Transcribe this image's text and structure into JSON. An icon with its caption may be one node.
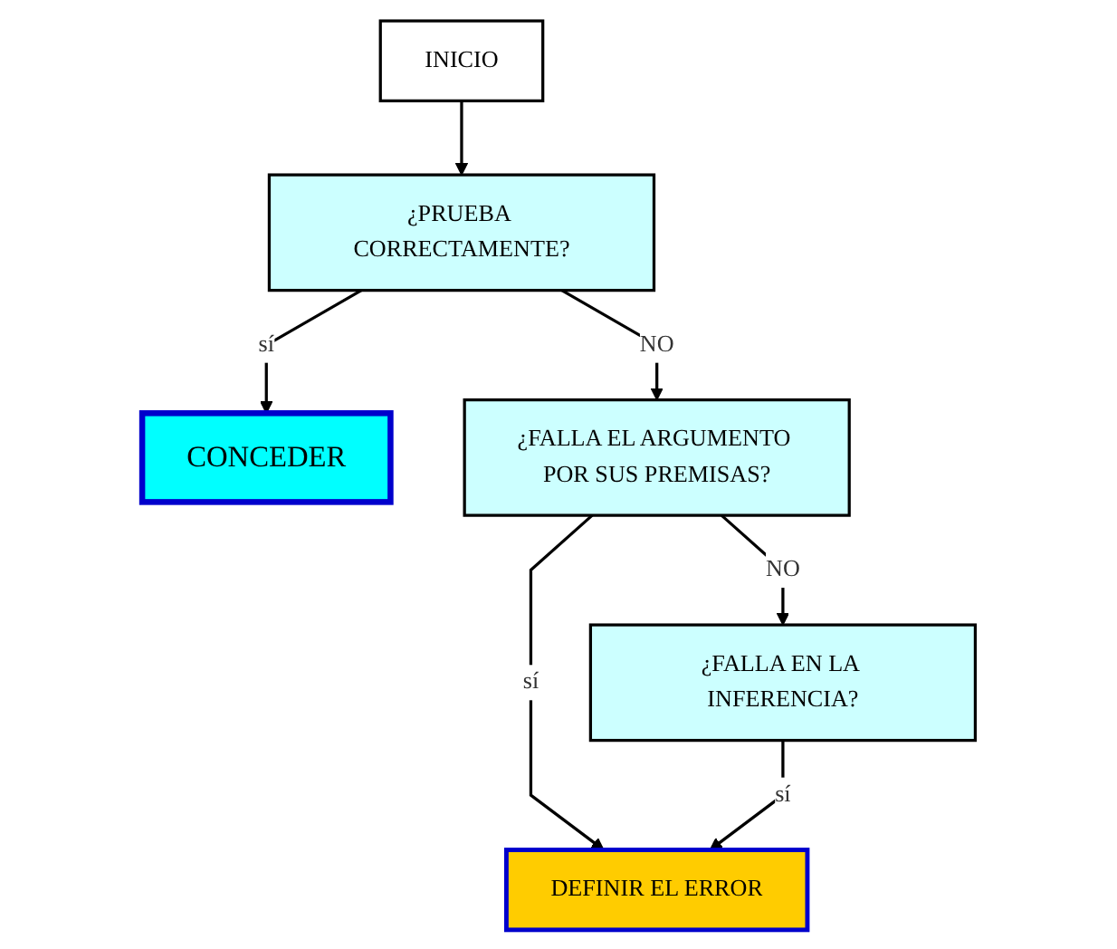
{
  "diagram": {
    "nodes": [
      {
        "text": [
          "INICIO"
        ]
      },
      {
        "text": [
          "¿PRUEBA CORRECTAMENTE?"
        ]
      },
      {
        "text": [
          "CONCEDER"
        ]
      },
      {
        "text": [
          "¿FALLA EL ARGUMENTO POR SUS PREMISAS?"
        ]
      },
      {
        "text": [
          "DEFINIR EL ERROR"
        ]
      },
      {
        "text": [
          "¿FALLA EN LA INFERENCIA?"
        ]
      }
    ],
    "edges": [
      {
        "from": 0,
        "to": 1,
        "arrow": "to"
      },
      {
        "from": 1,
        "to": 2,
        "label": "sí",
        "arrow": "to"
      },
      {
        "from": 1,
        "to": 3,
        "label": "NO",
        "arrow": "to"
      },
      {
        "from": 3,
        "to": 4,
        "label": "sí",
        "arrow": "to"
      },
      {
        "from": 3,
        "to": 5,
        "label": "NO",
        "arrow": "to"
      },
      {
        "from": 5,
        "to": 4,
        "label": "sí",
        "arrow": "to"
      }
    ]
  }
}
